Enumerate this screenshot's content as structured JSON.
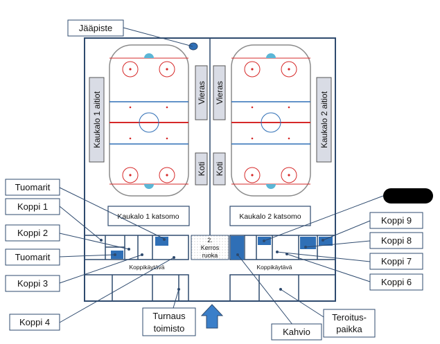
{
  "labels": {
    "jaapiste": "Jääpiste",
    "tuomarit": "Tuomarit",
    "koppi1": "Koppi 1",
    "koppi2": "Koppi 2",
    "koppi3": "Koppi 3",
    "koppi4": "Koppi 4",
    "koppi6": "Koppi 6",
    "koppi7": "Koppi 7",
    "koppi8": "Koppi 8",
    "koppi9": "Koppi 9",
    "turnaus_line1": "Turnaus",
    "turnaus_line2": "toimisto",
    "kahvio": "Kahvio",
    "teroitus_line1": "Teroitus-",
    "teroitus_line2": "paikka"
  },
  "floor": {
    "kaukalo1_aitiot": "Kaukalo 1 aitiot",
    "kaukalo2_aitiot": "Kaukalo 2 aitiot",
    "vieras": "Vieras",
    "koti": "Koti",
    "kaukalo1_katsomo": "Kaukalo 1 katsomo",
    "kaukalo2_katsomo": "Kaukalo 2 katsomo",
    "kerros_line1": "2.",
    "kerros_line2": "Kerros",
    "kerros_line3": "ruoka",
    "koppikaytava": "Koppikäytävä"
  },
  "colors": {
    "outline": "#2e4a6e",
    "blue": "#2f6fb6",
    "red": "#d62828",
    "panel": "#d9dce5"
  }
}
